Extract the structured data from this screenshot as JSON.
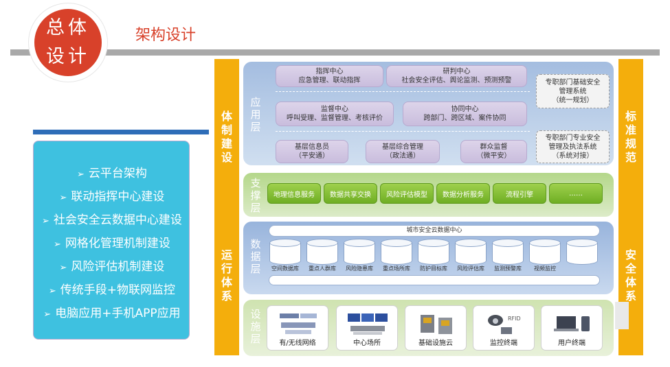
{
  "header": {
    "badge": "总体\n设计",
    "subtitle": "架构设计"
  },
  "left_panel": {
    "items": [
      "云平台架构",
      "联动指挥中心建设",
      "社会安全云数据中心建设",
      "网格化管理机制建设",
      "风险评估机制建设",
      "传统手段+物联网监控",
      "电脑应用+手机APP应用"
    ]
  },
  "side_bars": {
    "system_build": [
      "体",
      "制",
      "建",
      "设"
    ],
    "operation": [
      "运",
      "行",
      "体",
      "系"
    ],
    "standards": [
      "标",
      "准",
      "规",
      "范"
    ],
    "security": [
      "安",
      "全",
      "体",
      "系"
    ]
  },
  "application_layer": {
    "label": [
      "应",
      "用",
      "层"
    ],
    "boxes": [
      {
        "title": "指挥中心",
        "desc": "应急管理、联动指挥"
      },
      {
        "title": "研判中心",
        "desc": "社会安全评估、舆论监测、预测预警"
      },
      {
        "title": "监督中心",
        "desc": "呼叫受理、监督管理、考核评价"
      },
      {
        "title": "协同中心",
        "desc": "跨部门、跨区域、案件协同"
      },
      {
        "title": "基层信息员",
        "desc": "（平安通）"
      },
      {
        "title": "基层综合管理",
        "desc": "（政法通）"
      },
      {
        "title": "群众监督",
        "desc": "（微平安）"
      }
    ],
    "right_boxes": [
      "专职部门基础安全\n管理系统\n（统一规划）",
      "专职部门专业安全\n管理及执法系统\n（系统对接）"
    ]
  },
  "support_layer": {
    "label": [
      "支",
      "撑",
      "层"
    ],
    "buttons": [
      "地理信息服务",
      "数据共享交换",
      "风险评估模型",
      "数据分析服务",
      "流程引擎",
      "……"
    ]
  },
  "data_layer": {
    "label": [
      "数",
      "据",
      "层"
    ],
    "center_title": "城市安全云数据中心",
    "databases": [
      "空间数据库",
      "重点人群库",
      "风险隐患库",
      "重点场所库",
      "防护目标库",
      "风险评估库",
      "监测预警库",
      "视频监控"
    ]
  },
  "infrastructure_layer": {
    "label": [
      "设",
      "施",
      "层"
    ],
    "cards": [
      "有/无线网络",
      "中心场所",
      "基础设施云",
      "监控终端",
      "用户终端"
    ],
    "rfid_text": "RFID"
  },
  "colors": {
    "accent_red": "#d8412a",
    "bar_orange": "#f4ae0c",
    "panel_cyan": "#3ec1e0",
    "support_green": "#7cbd32"
  }
}
